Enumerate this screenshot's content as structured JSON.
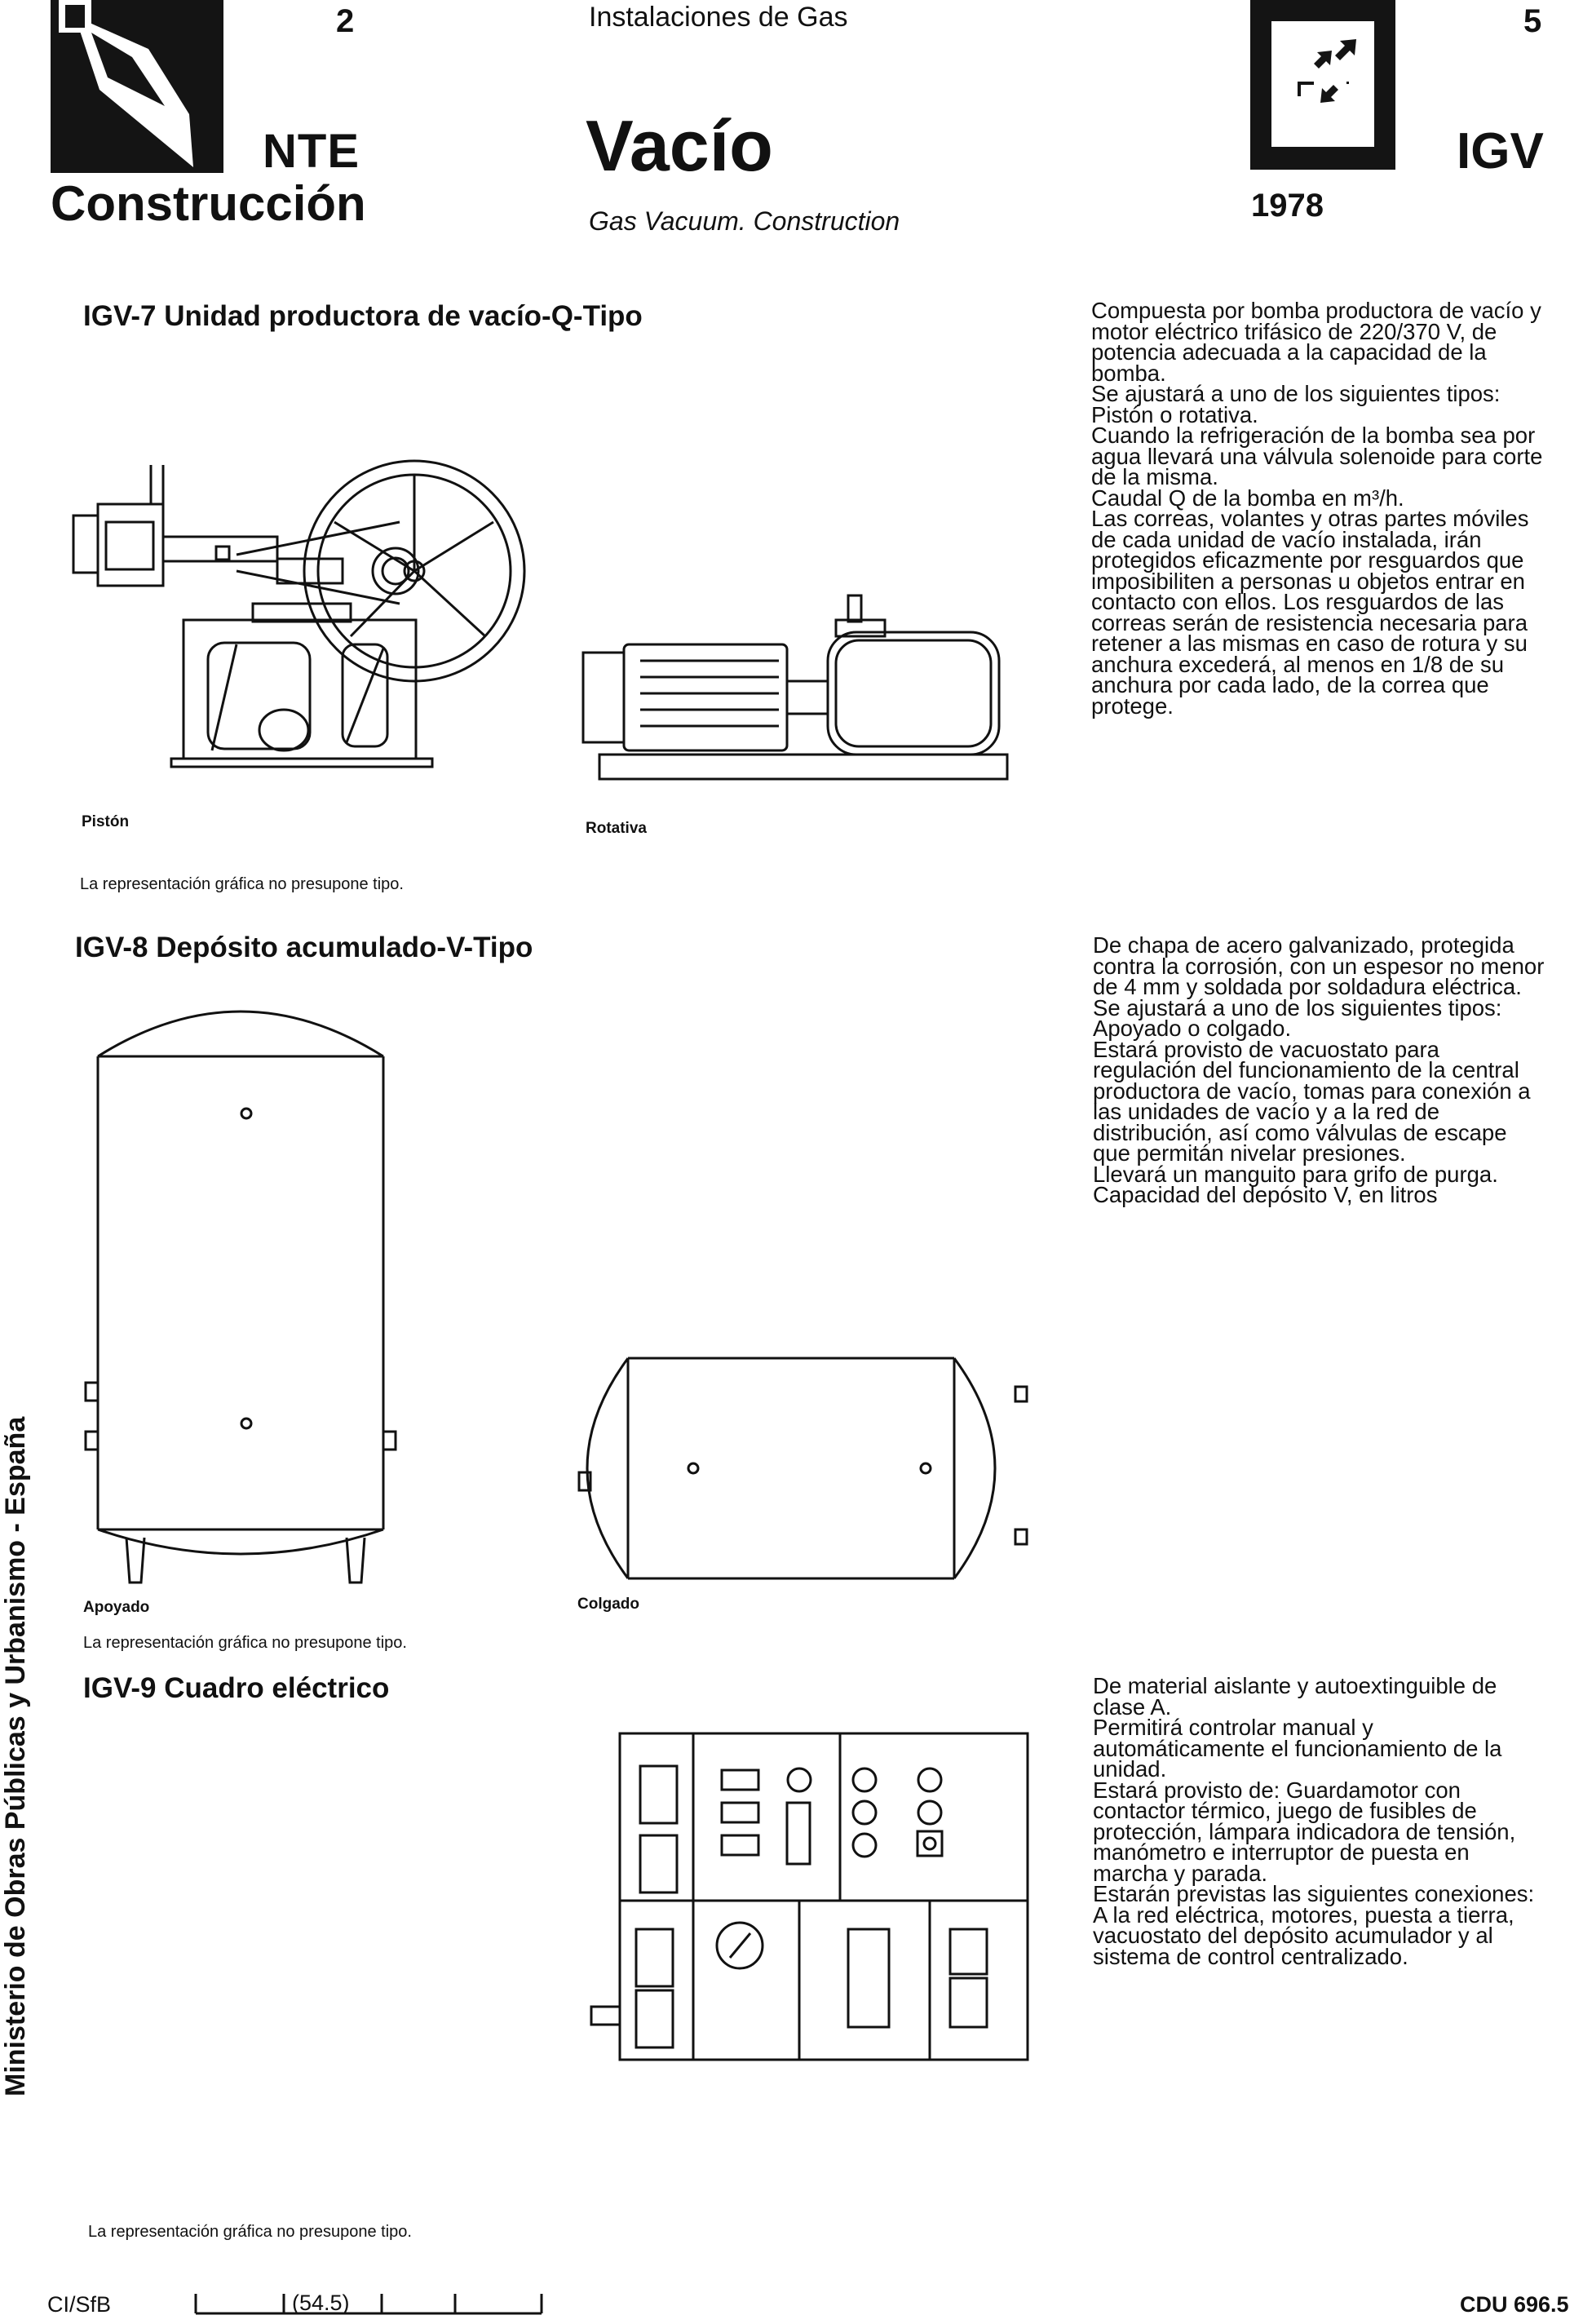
{
  "header": {
    "page_left": "2",
    "nte": "NTE",
    "construccion": "Construcción",
    "top_title": "Instalaciones de Gas",
    "main_title": "Vacío",
    "subtitle": "Gas Vacuum. Construction",
    "year": "1978",
    "page_right": "5",
    "code": "IGV"
  },
  "sections": [
    {
      "title": "IGV-7  Unidad productora de vacío-Q-Tipo",
      "labels": [
        "Pistón",
        "Rotativa"
      ],
      "caption": "La representación gráfica no presupone tipo.",
      "text": [
        "Compuesta por bomba productora de vacío y motor eléctrico trifásico de 220/370 V, de potencia adecuada a la capacidad de la bomba.",
        "Se ajustará a uno de los siguientes tipos:",
        "Pistón o rotativa.",
        "Cuando la refrigeración de la bomba sea por agua llevará una válvula solenoide para corte de la misma.",
        "Caudal Q de la bomba en m³/h.",
        "Las correas, volantes y otras partes móviles de cada unidad de vacío instalada, irán protegidos eficazmente por resguardos que imposibiliten a personas u objetos entrar en contacto con ellos. Los resguardos de las correas serán de resistencia necesaria para retener a las mismas en caso de rotura y su anchura excederá, al menos en 1/8 de su anchura por cada lado, de la correa que protege."
      ]
    },
    {
      "title": "IGV-8  Depósito acumulado-V-Tipo",
      "labels": [
        "Apoyado",
        "Colgado"
      ],
      "caption": "La representación gráfica no presupone tipo.",
      "text": [
        "De chapa de acero galvanizado, protegida contra la corrosión, con un espesor no menor de 4 mm y soldada por soldadura eléctrica.",
        "Se ajustará a uno de los siguientes tipos:",
        "Apoyado o colgado.",
        "Estará provisto de vacuostato para regulación del funcionamiento de la central productora de vacío, tomas para conexión a las unidades de vacío y a la red de distribución, así como válvulas de escape que permitán nivelar presiones.",
        "Llevará un manguito para grifo de purga.",
        "Capacidad del depósito V, en litros"
      ]
    },
    {
      "title": "IGV-9  Cuadro eléctrico",
      "caption": "La representación gráfica no presupone tipo.",
      "text": [
        "De material aislante y autoextinguible de clase A.",
        "Permitirá controlar manual y automáticamente el funcionamiento de la unidad.",
        "Estará provisto de: Guardamotor con contactor térmico, juego de fusibles de protección, lámpara indicadora de tensión, manómetro e interruptor de puesta en marcha y parada.",
        "Estarán previstas las siguientes conexiones:",
        "A la red eléctrica, motores, puesta a tierra, vacuostato del depósito acumulador y al sistema de control centralizado."
      ]
    }
  ],
  "sidebar": "Ministerio de Obras Públicas y Urbanismo - España",
  "footer": {
    "cisfb": "CI/SfB",
    "classification": "(54.5)",
    "cdu": "CDU 696.5"
  }
}
